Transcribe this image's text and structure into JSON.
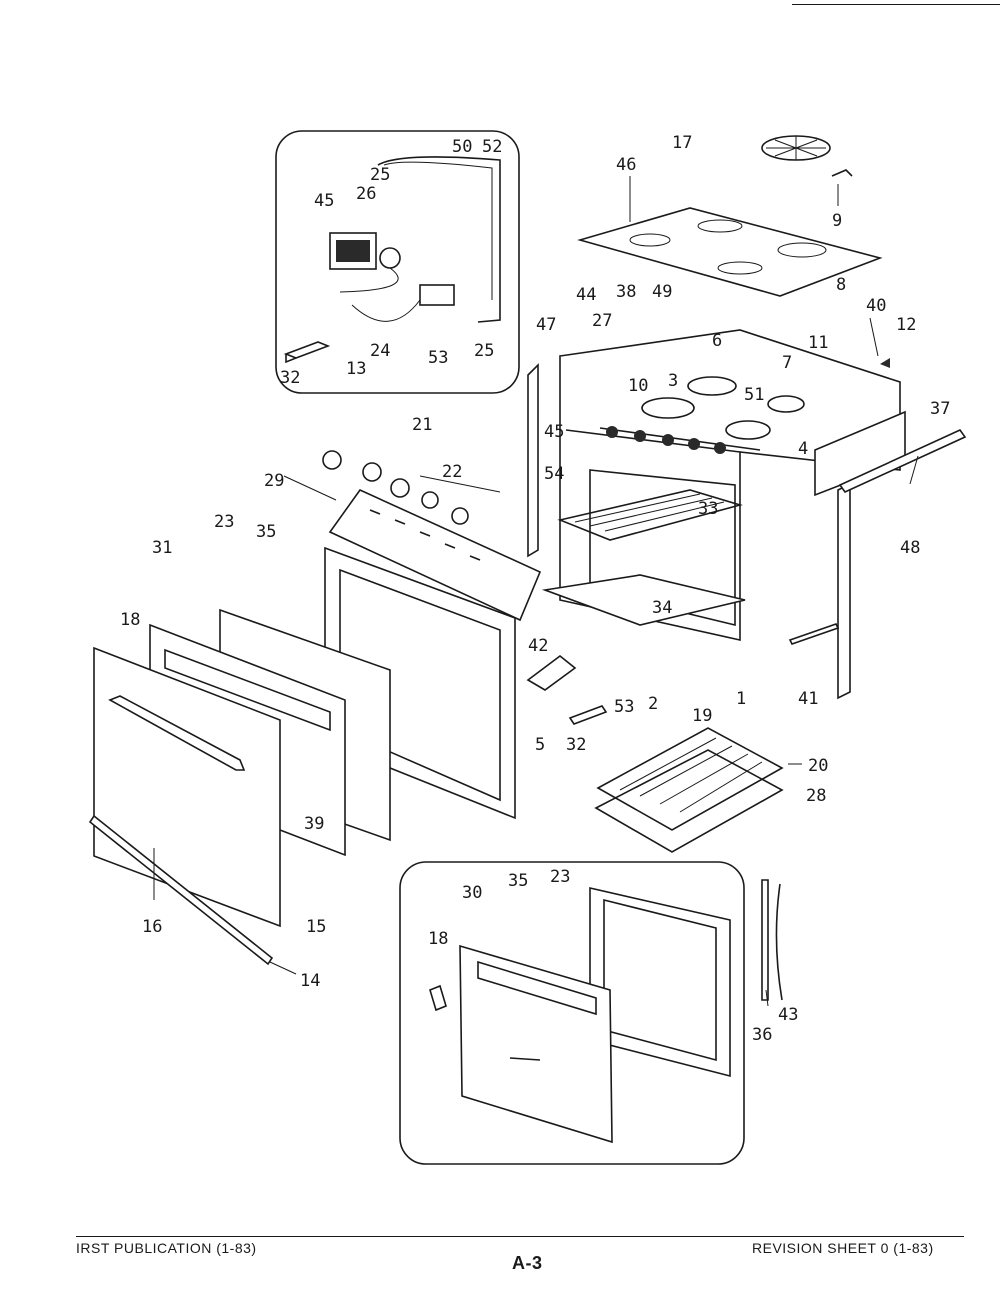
{
  "footer": {
    "left": "IRST PUBLICATION (1-83)",
    "center": "A-3",
    "right": "REVISION SHEET 0 (1-83)"
  },
  "callouts": [
    "1",
    "2",
    "3",
    "4",
    "5",
    "6",
    "7",
    "8",
    "9",
    "10",
    "11",
    "12",
    "13",
    "14",
    "15",
    "16",
    "17",
    "18",
    "19",
    "20",
    "21",
    "22",
    "23",
    "24",
    "25",
    "26",
    "27",
    "28",
    "29",
    "30",
    "31",
    "32",
    "33",
    "34",
    "35",
    "36",
    "37",
    "38",
    "39",
    "40",
    "41",
    "42",
    "43",
    "44",
    "45",
    "46",
    "47",
    "48",
    "49",
    "50",
    "51",
    "52",
    "53",
    "54"
  ]
}
